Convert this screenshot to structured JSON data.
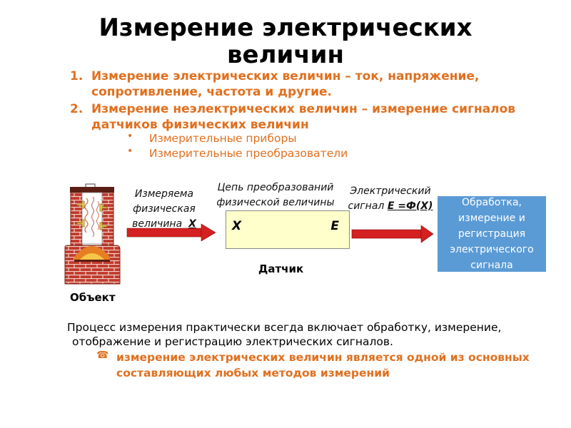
{
  "title": "Измерение электрических величин",
  "numbered_list": [
    {
      "number": "1.",
      "text": "Измерение электрических величин – ток, напряжение, сопротивление, частота и другие."
    },
    {
      "number": "2.",
      "text": "Измерение неэлектрических величин – измерение сигналов датчиков физических величин"
    }
  ],
  "sub_bullets": [
    "Измерительные приборы",
    "Измерительные преобразователи"
  ],
  "diagram": {
    "measured_label_lines": [
      "Измеряема",
      "физическая",
      "величина"
    ],
    "measured_symbol": "X",
    "chain_label_lines": [
      "Цепь преобразований",
      "физической величины"
    ],
    "sensor_input": "X",
    "sensor_output": "E",
    "signal_label_lines": [
      "Электрический",
      "сигнал"
    ],
    "signal_formula": "E =Ф(X)",
    "processing_text": "Обработка,\nизмерение и\nрегистрация\nэлектрического\nсигнала",
    "sensor_caption": "Датчик",
    "object_caption": "Объект"
  },
  "bottom_paragraph": {
    "line1": "Процесс измерения практически всегда включает обработку, измерение,",
    "line2": "отображение и регистрацию электрических сигналов."
  },
  "note": {
    "icon": "phone-icon",
    "text": "измерение электрических величин  является одной из основных составляющих  любых методов измерений"
  },
  "colors": {
    "accent_orange": "#e07020",
    "arrow_red": "#d42020",
    "arrow_blue": "#1f3fe0",
    "processing_box": "#5b9bd5",
    "sensor_box": "#ffffcc",
    "brick": "#c0392b"
  }
}
